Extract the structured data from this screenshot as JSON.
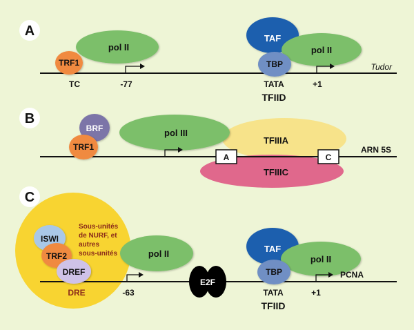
{
  "colors": {
    "background": "#eef5d6",
    "pol": "#7cbf6a",
    "trf": "#f08a40",
    "taf": "#1f5fae",
    "tbp": "#6f8fc4",
    "brf": "#7b75a8",
    "tfiiia": "#f7e38a",
    "tfiiic": "#e0688c",
    "nurf_circle": "#f8d431",
    "iswi": "#a9c8e8",
    "dref": "#cfc2e8",
    "e2f": "#000000"
  },
  "icons": {
    "arrow": "right-angle-arrow"
  },
  "panel_a": {
    "letter": "A",
    "trf1": "TRF1",
    "pol_left": "pol II",
    "tc": "TC",
    "pos_minus77": "-77",
    "taf": "TAF",
    "tbp": "TBP",
    "pol_right": "pol II",
    "tata": "TATA",
    "tfiid": "TFIID",
    "plus1": "+1",
    "gene": "Tudor"
  },
  "panel_b": {
    "letter": "B",
    "brf": "BRF",
    "trf1": "TRF1",
    "pol": "pol III",
    "tfiiia": "TFIIIA",
    "box_a": "A",
    "box_c": "C",
    "tfiiic": "TFIIIC",
    "gene": "ARN 5S"
  },
  "panel_c": {
    "letter": "C",
    "nurf_text": [
      "Sous-unités",
      "de NURF, et",
      "autres",
      "sous-unités"
    ],
    "iswi": "ISWI",
    "trf2": "TRF2",
    "dref": "DREF",
    "dre": "DRE",
    "pol_left": "pol II",
    "pos_minus63": "-63",
    "e2f": "E2F",
    "taf": "TAF",
    "tbp": "TBP",
    "pol_right": "pol II",
    "gene": "PCNA",
    "tata": "TATA",
    "tfiid": "TFIID",
    "plus1": "+1"
  }
}
